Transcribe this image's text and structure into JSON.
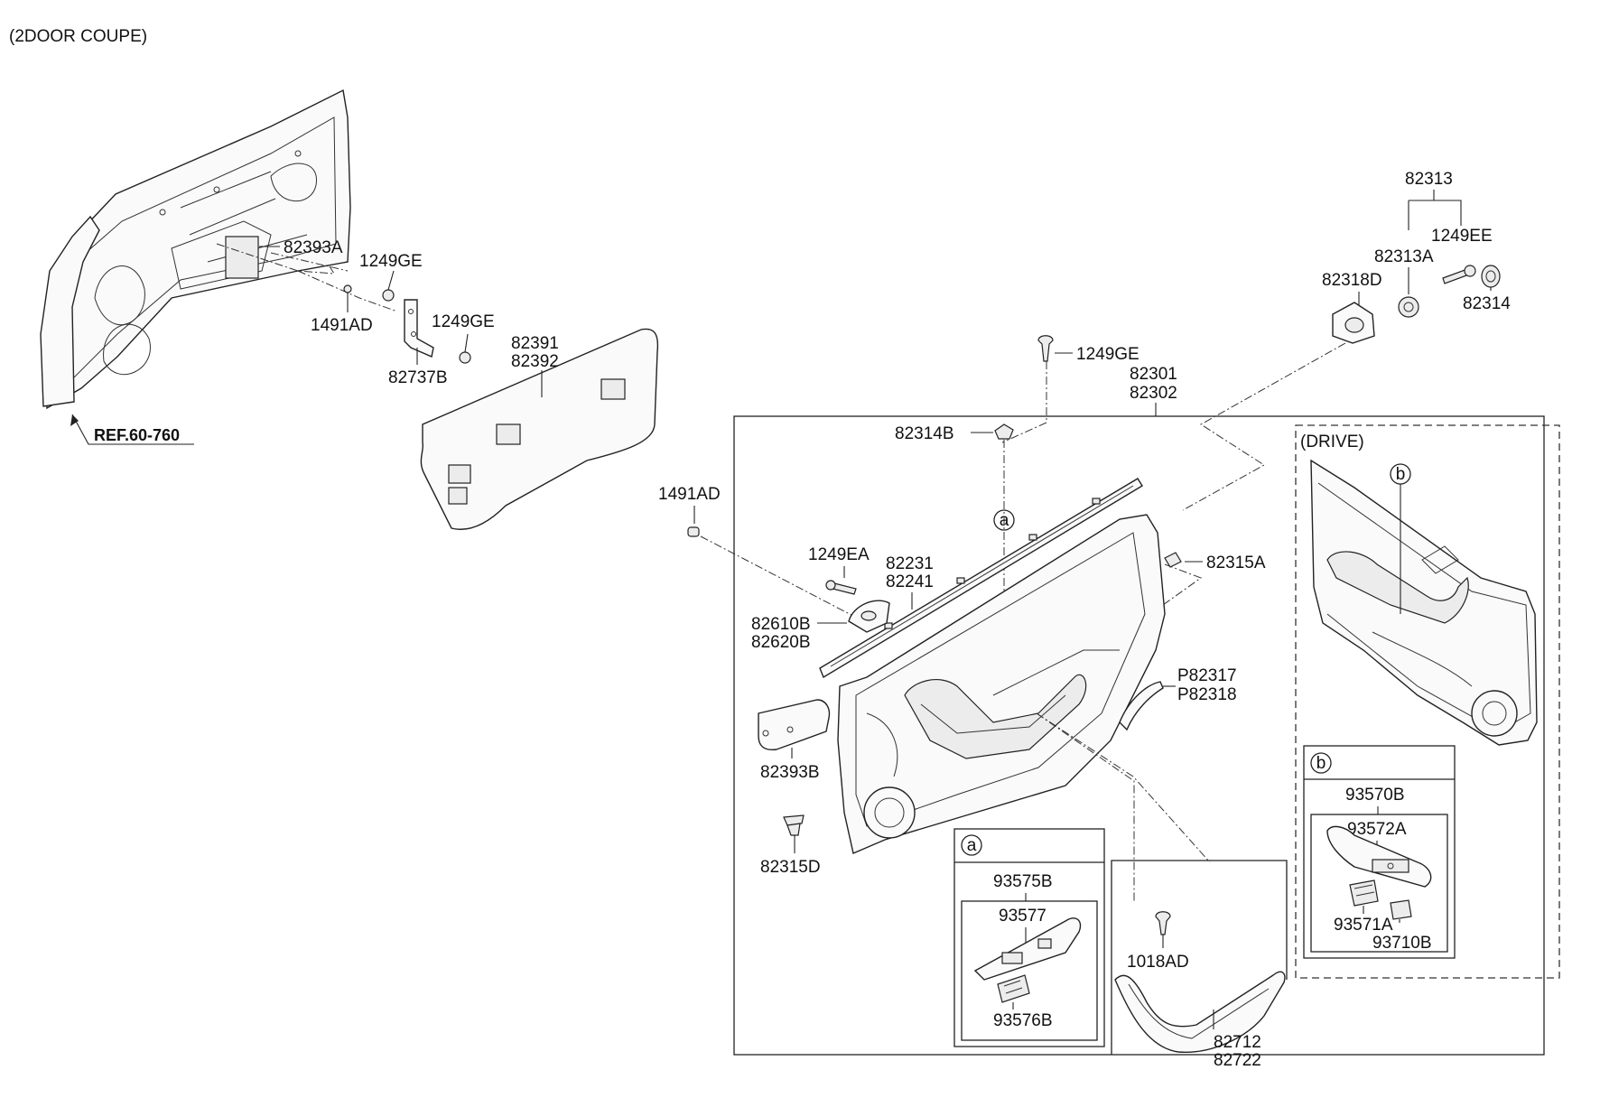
{
  "header": {
    "variant": "(2DOOR COUPE)"
  },
  "reference": {
    "label": "REF.60-760"
  },
  "callouts": {
    "a": "a",
    "b": "b"
  },
  "detail_titles": {
    "drive": "(DRIVE)"
  },
  "parts": {
    "p82393A": "82393A",
    "p1249GE_top": "1249GE",
    "p1491AD_left": "1491AD",
    "p1249GE_mid": "1249GE",
    "p82737B": "82737B",
    "p82391": "82391",
    "p82392": "82392",
    "p82313": "82313",
    "p1249EE": "1249EE",
    "p82313A": "82313A",
    "p82318D": "82318D",
    "p82314": "82314",
    "p1249GE_right": "1249GE",
    "p82301": "82301",
    "p82302": "82302",
    "p82314B": "82314B",
    "p1491AD_right": "1491AD",
    "p1249EA": "1249EA",
    "p82231": "82231",
    "p82241": "82241",
    "p82315A": "82315A",
    "p82610B": "82610B",
    "p82620B": "82620B",
    "pP82317": "P82317",
    "pP82318": "P82318",
    "p82393B": "82393B",
    "p82315D": "82315D",
    "p93575B": "93575B",
    "p93577": "93577",
    "p93576B": "93576B",
    "p1018AD": "1018AD",
    "p82712": "82712",
    "p82722": "82722",
    "p93570B": "93570B",
    "p93572A": "93572A",
    "p93571A": "93571A",
    "p93710B": "93710B"
  }
}
